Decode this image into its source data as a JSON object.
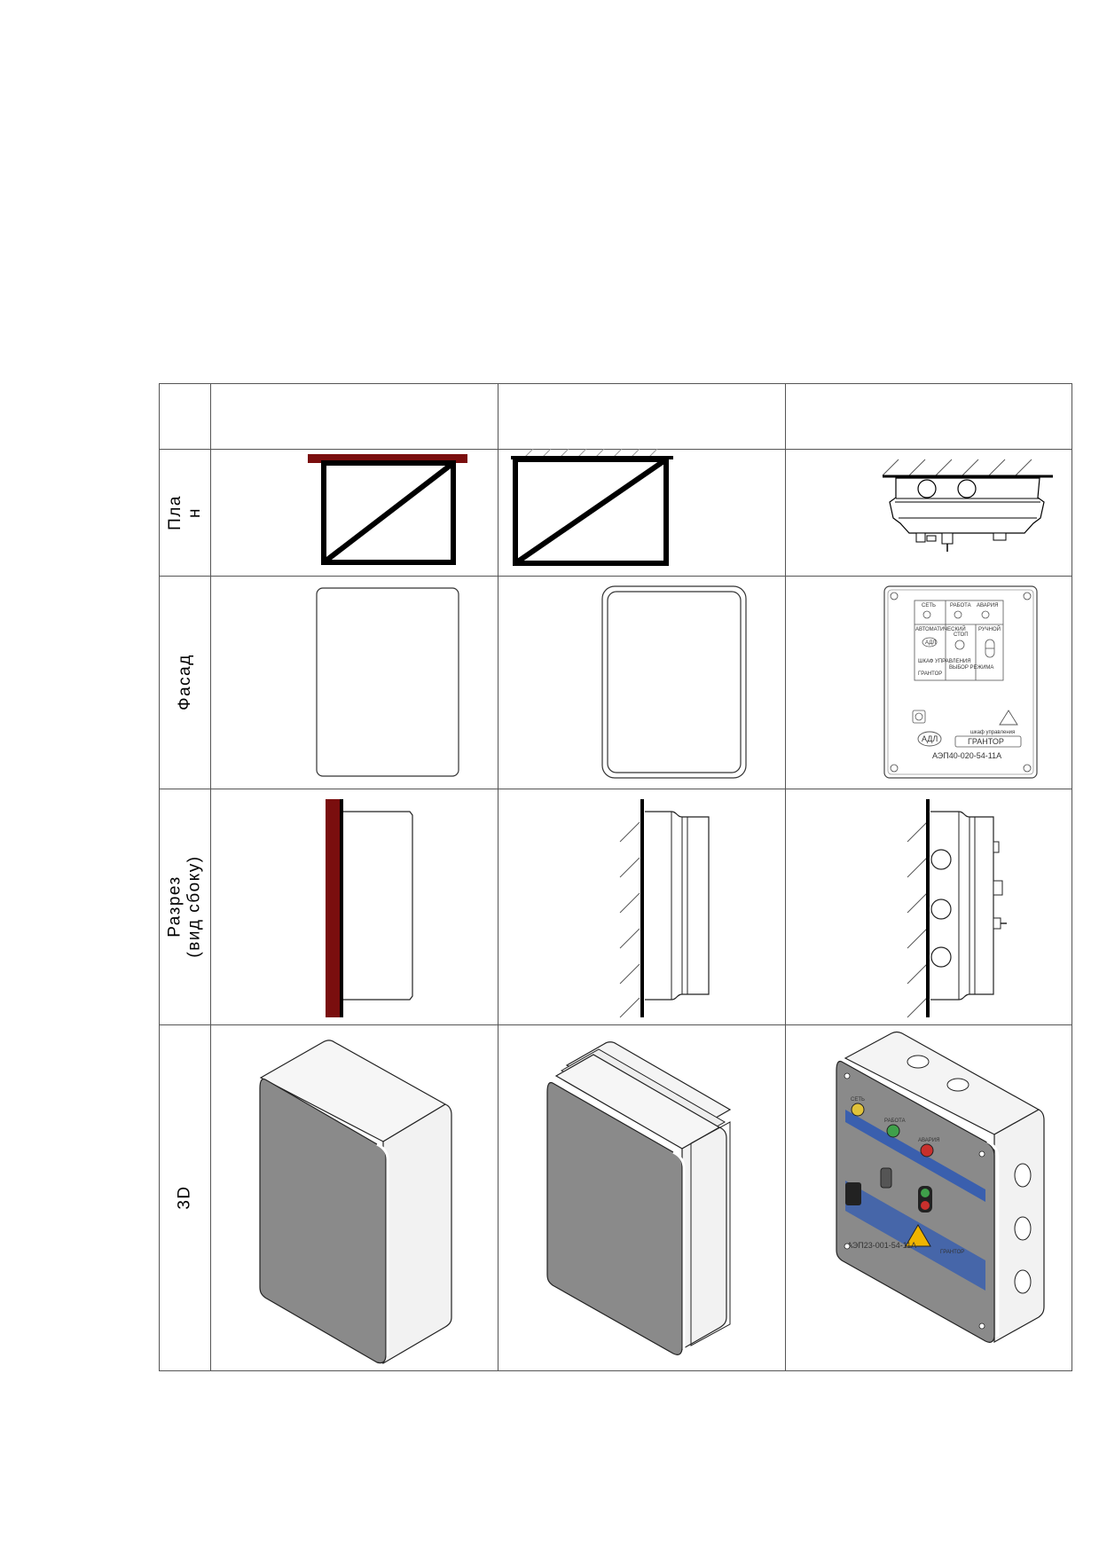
{
  "table": {
    "row_labels": {
      "plan": "Пла\nн",
      "facade": "Фасад",
      "section": "Разрез\n(вид сбоку)",
      "view3d": "3D"
    },
    "header_cells": [
      "",
      "",
      ""
    ]
  },
  "panel": {
    "indicators": [
      "СЕТЬ",
      "РАБОТА",
      "АВАРИЯ"
    ],
    "mode_auto": "АВТОМАТИЧЕСКИЙ",
    "mode_manual": "РУЧНОЙ",
    "stop": "СТОП",
    "mode_select": "ВЫБОР РЕЖИМА",
    "cabinet_caption": "ШКАФ УПРАВЛЕНИЯ",
    "brand": "ГРАНТОР",
    "brand_caption": "шкаф управления",
    "logo": "АДЛ",
    "model_2d": "АЭП40-020-54-11А",
    "model_3d": "АЭП23-001-54-11А"
  },
  "colors": {
    "wall_dark_red": "#7a0e0e",
    "grid_line": "#555555",
    "box_front": "#8a8a8a",
    "box_side": "#f2f2f2",
    "panel_blue": "#3a5fae",
    "lamp_yellow": "#e0c23a",
    "lamp_green": "#3fa04a",
    "lamp_red": "#c8302d"
  }
}
